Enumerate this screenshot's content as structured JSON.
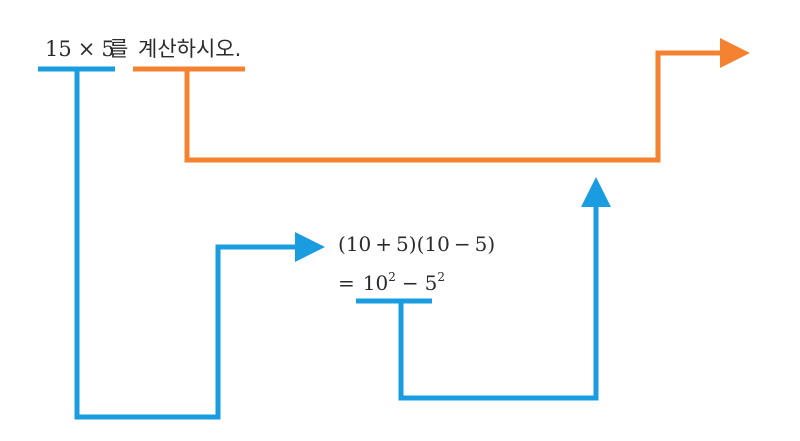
{
  "problem": {
    "lhs": "15",
    "op": "×",
    "rhs": "5",
    "particle": "를",
    "instruction": "계산하시오."
  },
  "work": {
    "line1": {
      "open1": "(",
      "a": "10",
      "plus": "+",
      "b": "5",
      "close1": ")",
      "open2": "(",
      "c": "10",
      "minus": "−",
      "d": "5",
      "close2": ")"
    },
    "line2": {
      "eq": "=",
      "base1": "10",
      "exp1": "2",
      "minus": "−",
      "base2": "5",
      "exp2": "2"
    }
  },
  "colors": {
    "blue": "#1a9de0",
    "orange": "#f58231"
  }
}
